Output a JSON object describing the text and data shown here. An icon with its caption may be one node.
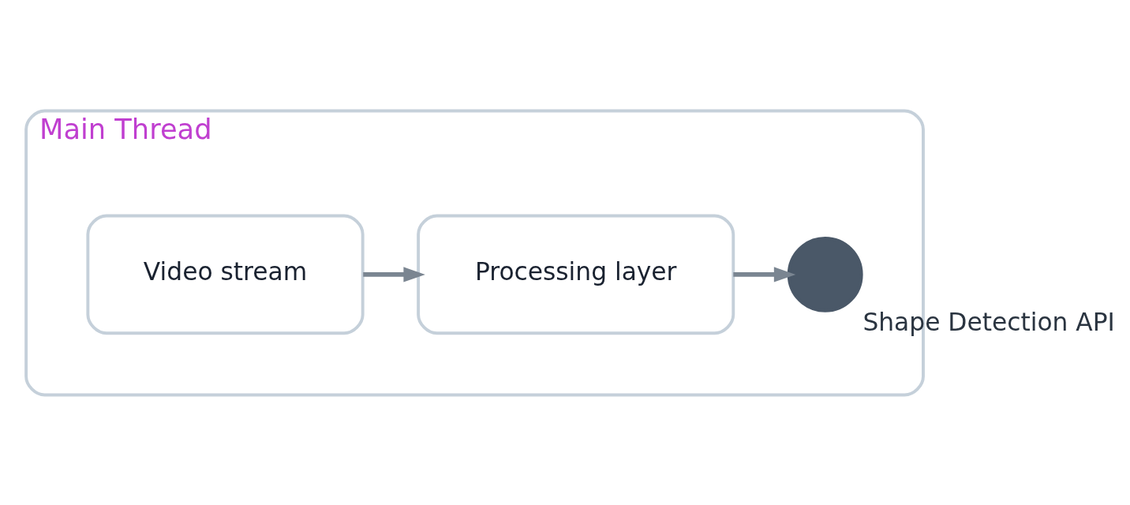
{
  "diagram": {
    "nodes": [
      {
        "text": [
          "Main Thread"
        ]
      },
      {
        "text": [
          "Video stream"
        ],
        "in": 0
      },
      {
        "text": [
          "Processing layer"
        ],
        "in": 0
      },
      {
        "text": [],
        "shape": "circle",
        "beside": [
          "Shape Detection API"
        ],
        "in": 0
      }
    ],
    "edges": [
      {
        "from": 1,
        "to": 2,
        "arrow": "to"
      },
      {
        "from": 2,
        "to": 3,
        "arrow": "to"
      }
    ]
  }
}
